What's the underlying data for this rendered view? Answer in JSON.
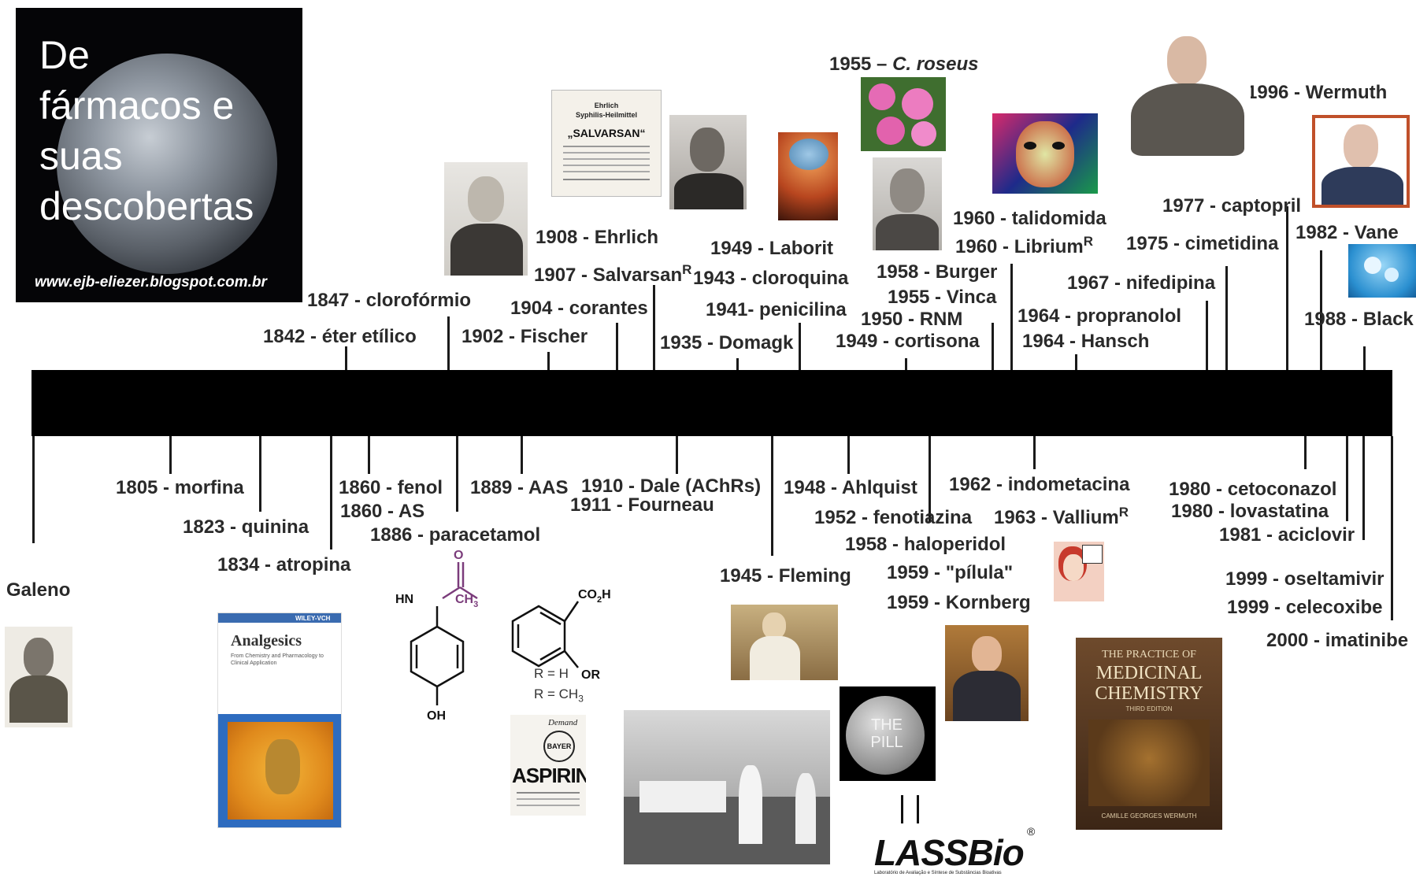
{
  "logo": {
    "title_lines": [
      "De",
      "fármacos e",
      "suas",
      "descobertas"
    ],
    "url": "www.ejb-eliezer.blogspot.com.br"
  },
  "top_labels": [
    "1996 - Wermuth",
    "1977 - captopril",
    "1982 - Vane",
    "1975 - cimetidina",
    "1988 - Black",
    "1960 - talidomida",
    "1960 - Librium",
    "1967 - nifedipina",
    "1964 - propranolol",
    "1964 - Hansch",
    "1958 - Burger",
    "1955 - Vinca",
    "1950 - RNM",
    "1949 - cortisona",
    "1949 - Laborit",
    "1943 - cloroquina",
    "1941- penicilina",
    "1935 - Domagk",
    "1908 - Ehrlich",
    "1907 - Salvarsan",
    "1904 - corantes",
    "1902 - Fischer",
    "1847 - clorofórmio",
    "1842 - éter etílico"
  ],
  "superscript_r": "R",
  "roseus": {
    "year": "1955 – ",
    "name": "C. roseus"
  },
  "bottom_labels": [
    "1805 - morfina",
    "1823 - quinina",
    "1834 - atropina",
    "Galeno",
    "1860 - fenol",
    "1860 -  AS",
    "1886 - paracetamol",
    "1889 - AAS",
    "1910 - Dale (AChRs)",
    "1911 - Fourneau",
    "1945 - Fleming",
    "1948 - Ahlquist",
    "1952 - fenotiazina",
    "1958 - haloperidol",
    "1959 - \"pílula\"",
    "1959 - Kornberg",
    "1962 - indometacina",
    "1963 - Vallium",
    "1980 - cetoconazol",
    "1980 - lovastatina",
    "1981 - aciclovir",
    "1999 - oseltamivir",
    "1999 - celecoxibe",
    "2000 - imatinibe"
  ],
  "chem": {
    "hn": "HN",
    "ch3": "CH",
    "sub3": "3",
    "o": "O",
    "oh": "OH",
    "co2h": "CO",
    "sub2": "2",
    "h": "H",
    "or": "OR",
    "rh": "R = H",
    "rch3": "R = CH",
    "rch3sub": "3"
  },
  "salvarsan_ad": {
    "line1": "Ehrlich",
    "line2": "Syphilis-Heilmittel",
    "brand": "„SALVARSAN“"
  },
  "book_analgesics": {
    "publisher": "WILEY-VCH",
    "title": "Analgesics",
    "subtitle": "From Chemistry and Pharmacology to Clinical Application"
  },
  "aspirin_ad": {
    "demand": "Demand",
    "bayer": "BAYER",
    "brand": "ASPIRIN"
  },
  "pill_text": [
    "THE",
    "PILL"
  ],
  "lassbio": {
    "name": "LASSBio",
    "reg": "®",
    "tagline": "Laboratório de Avaliação e Síntese de Substâncias Bioativas"
  },
  "book_medchem": {
    "line1": "THE PRACTICE OF",
    "line2": "MEDICINAL",
    "line3": "CHEMISTRY",
    "edition": "THIRD EDITION",
    "author": "CAMILLE GEORGES WERMUTH"
  },
  "colors": {
    "bar": "#000000",
    "ink": "#2a2a2a",
    "acetyl": "#7b3c7b",
    "frame_wermuth": "#c0502a"
  }
}
